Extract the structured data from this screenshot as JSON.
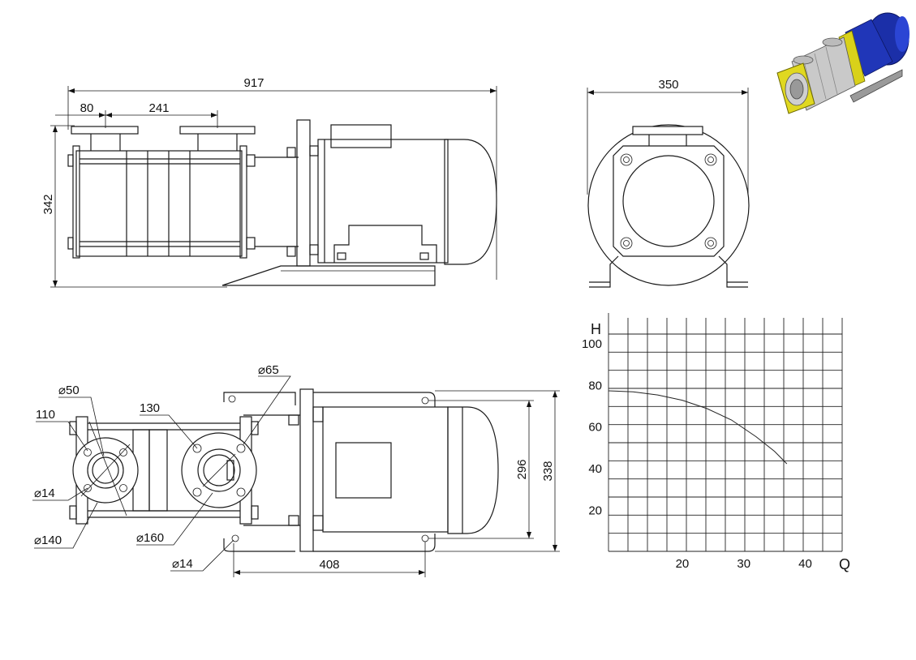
{
  "front_view": {
    "overall_length": "917",
    "flange_offset": "80",
    "flange_spacing": "241",
    "height": "342"
  },
  "side_view": {
    "width": "350"
  },
  "top_view": {
    "inlet_bore": "⌀50",
    "inlet_pcd": "110",
    "inlet_hole": "⌀14",
    "inlet_flange_od": "⌀140",
    "outlet_bore": "⌀65",
    "outlet_pcd": "130",
    "outlet_flange_od": "⌀160",
    "base_hole": "⌀14",
    "base_length": "408",
    "base_hole_spacing": "296",
    "base_width": "338"
  },
  "chart_data": {
    "type": "line",
    "xlabel": "Q",
    "ylabel": "H",
    "x_ticks": [
      20,
      30,
      40
    ],
    "y_ticks": [
      20,
      40,
      60,
      80,
      100
    ],
    "xlim": [
      8,
      46
    ],
    "ylim": [
      0,
      112
    ],
    "grid": true,
    "series": [
      {
        "x": [
          8,
          12,
          16,
          20,
          24,
          28,
          32,
          35,
          37
        ],
        "y": [
          77,
          76.5,
          75,
          72.5,
          68.5,
          63,
          55,
          48,
          42
        ]
      }
    ]
  }
}
